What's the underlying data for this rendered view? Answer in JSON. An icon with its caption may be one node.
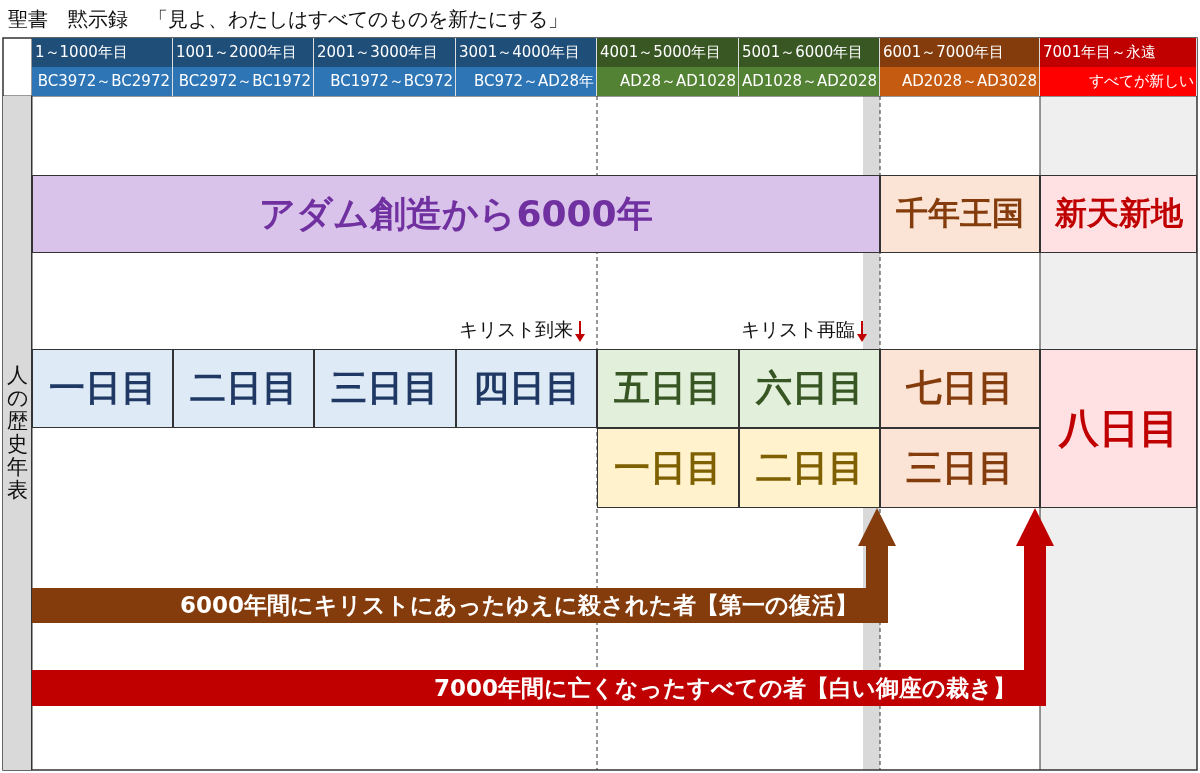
{
  "diagram": {
    "title": "聖書　黙示録　「見よ、わたしはすべてのものを新たにする」",
    "nodes": [
      {
        "text": [
          "1～1000年目",
          "BC3972～BC2972"
        ]
      },
      {
        "text": [
          "1001～2000年目",
          "BC2972～BC1972"
        ]
      },
      {
        "text": [
          "2001～3000年目",
          "BC1972～BC972"
        ]
      },
      {
        "text": [
          "3001～4000年目",
          "BC972～AD28年"
        ]
      },
      {
        "text": [
          "4001～5000年目",
          "AD28～AD1028"
        ]
      },
      {
        "text": [
          "5001～6000年目",
          "AD1028～AD2028"
        ]
      },
      {
        "text": [
          "6001～7000年目",
          "AD2028～AD3028"
        ]
      },
      {
        "text": [
          "7001年目～永遠",
          "すべてが新しい"
        ]
      },
      {
        "text": [
          "人の歴史年表"
        ]
      },
      {
        "text": [
          "アダム創造から6000年"
        ]
      },
      {
        "text": [
          "千年王国"
        ]
      },
      {
        "text": [
          "新天新地"
        ]
      },
      {
        "text": [
          "一日目"
        ]
      },
      {
        "text": [
          "二日目"
        ]
      },
      {
        "text": [
          "三日目"
        ]
      },
      {
        "text": [
          "四日目"
        ]
      },
      {
        "text": [
          "五日目"
        ]
      },
      {
        "text": [
          "六日目"
        ]
      },
      {
        "text": [
          "七日目"
        ]
      },
      {
        "text": [
          "八日目"
        ]
      },
      {
        "text": [
          "一日目"
        ]
      },
      {
        "text": [
          "二日目"
        ]
      },
      {
        "text": [
          "三日目"
        ]
      },
      {
        "text": [
          "6000年間にキリストにあったゆえに殺された者【第一の復活】"
        ]
      },
      {
        "text": [
          "7000年間に亡くなったすべての者【白い御座の裁き】"
        ]
      }
    ],
    "edges": [
      {
        "from": 23,
        "to": 22,
        "arrow": "to",
        "color": "#843c0c"
      },
      {
        "from": 24,
        "to": 19,
        "arrow": "to",
        "color": "#c00000"
      }
    ],
    "labels": [
      "キリスト到来",
      "キリスト再臨"
    ]
  }
}
